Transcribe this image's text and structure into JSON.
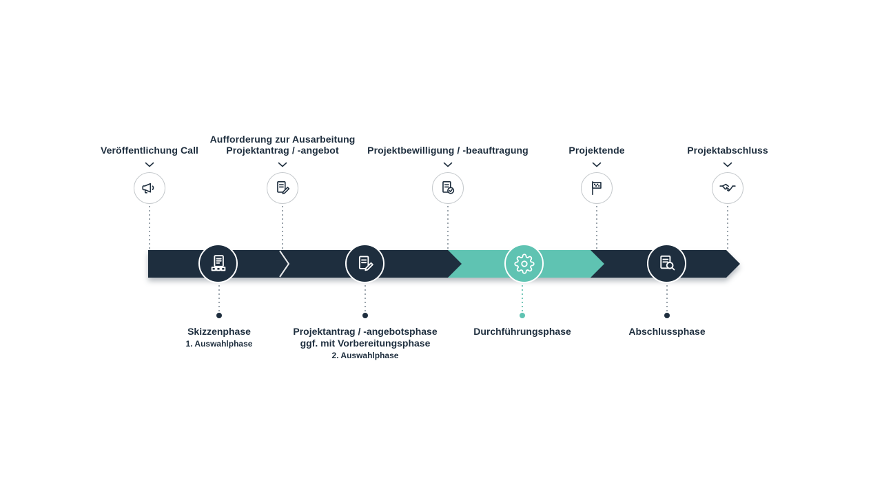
{
  "colors": {
    "navy": "#1e2e3e",
    "teal": "#5fc3b2",
    "dotted_line": "#9aa3ab",
    "circle_border": "#c6cacd",
    "background": "#ffffff"
  },
  "milestones": [
    {
      "icon": "megaphone-icon",
      "line1": "Veröffentlichung Call"
    },
    {
      "icon": "document-pen-icon",
      "line1": "Aufforderung zur Ausarbeitung",
      "line2": "Projektantrag / -angebot"
    },
    {
      "icon": "document-check-icon",
      "line1": "Projektbewilligung / -beauftragung"
    },
    {
      "icon": "flag-icon",
      "line1": "Projektende"
    },
    {
      "icon": "handshake-icon",
      "line1": "Projektabschluss"
    }
  ],
  "phases": [
    {
      "icon": "documents-grid-icon",
      "line1": "Skizzenphase",
      "line2": "1. Auswahlphase"
    },
    {
      "icon": "document-pen-icon",
      "line1": "Projektantrag / -angebotsphase",
      "line2": "ggf. mit Vorbereitungsphase",
      "line3": "2. Auswahlphase"
    },
    {
      "icon": "gear-icon",
      "line1": "Durchführungsphase",
      "highlight": "teal"
    },
    {
      "icon": "document-search-icon",
      "line1": "Abschlussphase"
    }
  ]
}
